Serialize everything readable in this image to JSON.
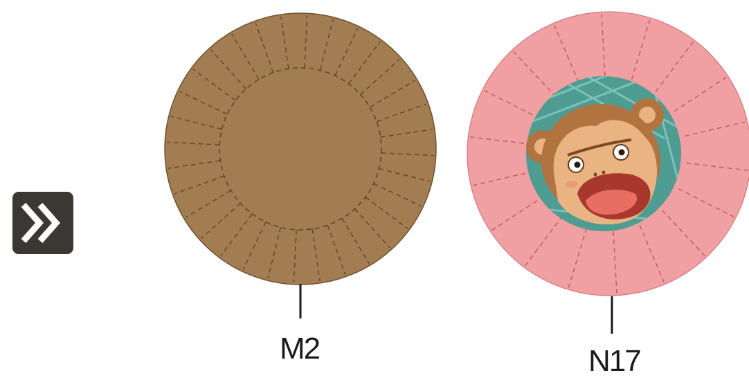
{
  "icons": {
    "next": "double-chevron-right-icon"
  },
  "colors": {
    "icon_bg": "#3b3733",
    "icon_chevron": "#ffffff",
    "brown_disc": "#a37d52",
    "brown_dash": "#5e442a",
    "brown_edge": "#6d5033",
    "pink_disc": "#f0a0a2",
    "pink_dash": "#c2585d",
    "teal_ring": "#4e9c92",
    "monkey_fur": "#b1733f",
    "monkey_face": "#e9b482",
    "mouth": "#a8382e",
    "tongue": "#e86d63"
  },
  "parts": [
    {
      "id": "m2",
      "label": "M2",
      "description_icon": "plain-brown-disc"
    },
    {
      "id": "n17",
      "label": "N17",
      "description_icon": "pink-monkey-disc"
    }
  ]
}
